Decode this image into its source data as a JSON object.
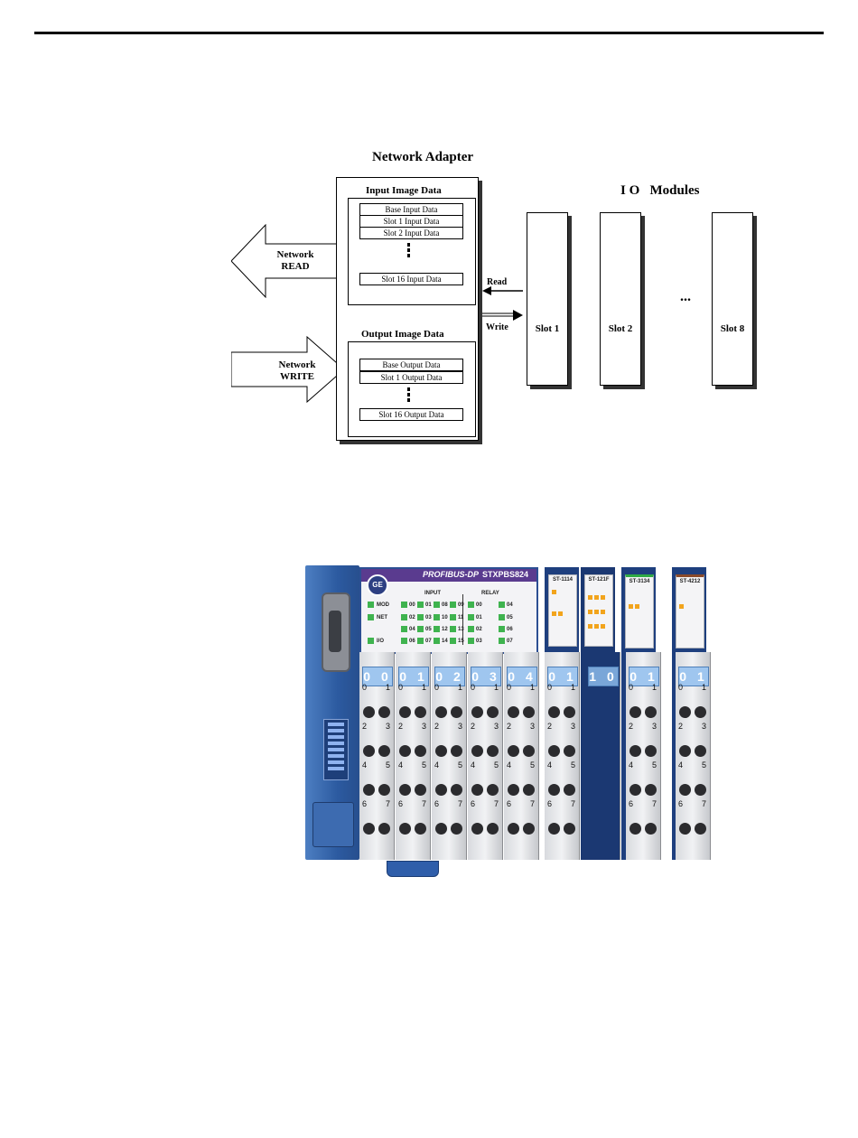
{
  "diagram": {
    "title": "Network Adapter",
    "io_modules_title": "I O   Modules",
    "input_image": {
      "title": "Input Image Data",
      "rows": [
        "Base Input Data",
        "Slot 1 Input Data",
        "Slot 2 Input Data"
      ],
      "last_row": "Slot 16 Input Data"
    },
    "output_image": {
      "title": "Output Image Data",
      "rows": [
        "Base Output Data",
        "Slot 1 Output Data"
      ],
      "last_row": "Slot 16 Output Data"
    },
    "network_read": [
      "Network",
      "READ"
    ],
    "network_write": [
      "Network",
      "WRITE"
    ],
    "read_label": "Read",
    "write_label": "Write",
    "slots": [
      "Slot 1",
      "Slot 2",
      "Slot 8"
    ],
    "ellipsis": "..."
  },
  "hardware": {
    "brand": "PROFIBUS-DP",
    "model": "STXPBS824",
    "logo": "GE",
    "headers": {
      "input": "INPUT",
      "relay": "RELAY"
    },
    "status_leds": [
      "MOD",
      "NET",
      "I/O"
    ],
    "channel_labels": [
      "00",
      "01",
      "08",
      "09",
      "02",
      "03",
      "10",
      "11",
      "04",
      "05",
      "12",
      "13",
      "06",
      "07",
      "14",
      "15"
    ],
    "relay_labels": [
      "00",
      "04",
      "01",
      "05",
      "02",
      "06",
      "03",
      "07"
    ],
    "module_caps": [
      "0 0",
      "0 1",
      "0 2",
      "0 3",
      "0 4",
      "0 1",
      "1 0",
      "0 1",
      "0 1"
    ],
    "io_module_codes": [
      "ST-1114",
      "ST-121F",
      "ST-3134",
      "ST-4212"
    ],
    "terminal_numbers": [
      "0",
      "1",
      "2",
      "3",
      "4",
      "5",
      "6",
      "7"
    ],
    "colors": {
      "base": "#2c5aa0",
      "panel_header": "#5a3b8f",
      "led_green": "#3fb34f",
      "led_orange": "#f2a41c",
      "cap": "#9fc6ef"
    }
  }
}
